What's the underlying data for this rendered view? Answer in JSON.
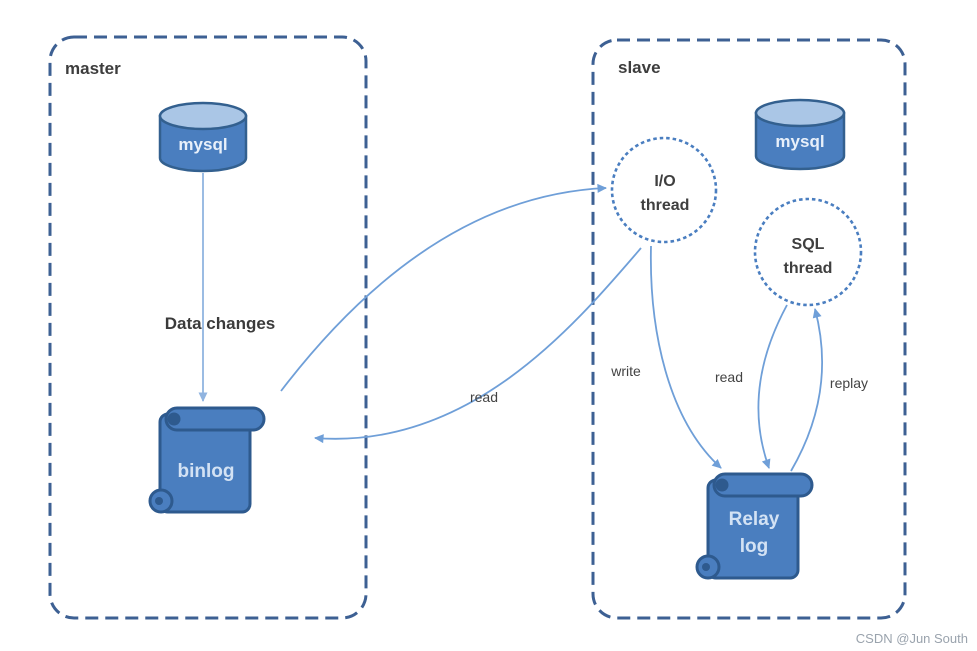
{
  "diagram": {
    "title": "mysql-master-slave-replication",
    "colors": {
      "container_border": "#3d6093",
      "cylinder_body": "#4a7ebf",
      "cylinder_top": "#aac6e6",
      "shape_border": "#33608f",
      "scroll_fill": "#4a7ebf",
      "scroll_curl": "#2e5a8e",
      "scroll_text": "#d3e2f4",
      "thread_circle_border": "#4a7ec0",
      "arrow": "#6f9fd8",
      "arrow_light": "#90b4e0",
      "label_text": "#3d3d3d"
    },
    "master": {
      "label": "master",
      "database": {
        "label": "mysql"
      },
      "binlog": {
        "label": "binlog"
      }
    },
    "slave": {
      "label": "slave",
      "database": {
        "label": "mysql"
      },
      "io_thread": {
        "line1": "I/O",
        "line2": "thread"
      },
      "sql_thread": {
        "line1": "SQL",
        "line2": "thread"
      },
      "relay_log": {
        "line1": "Relay",
        "line2": "log"
      }
    },
    "edges": {
      "db_to_binlog": {
        "label": "Data changes"
      },
      "binlog_to_io": {
        "label": ""
      },
      "io_read_binlog": {
        "label": "read"
      },
      "io_write_relay": {
        "label": "write"
      },
      "sql_read_relay": {
        "label": "read"
      },
      "relay_replay_sql": {
        "label": "replay"
      }
    }
  },
  "watermark": {
    "text": "CSDN @Jun South"
  }
}
